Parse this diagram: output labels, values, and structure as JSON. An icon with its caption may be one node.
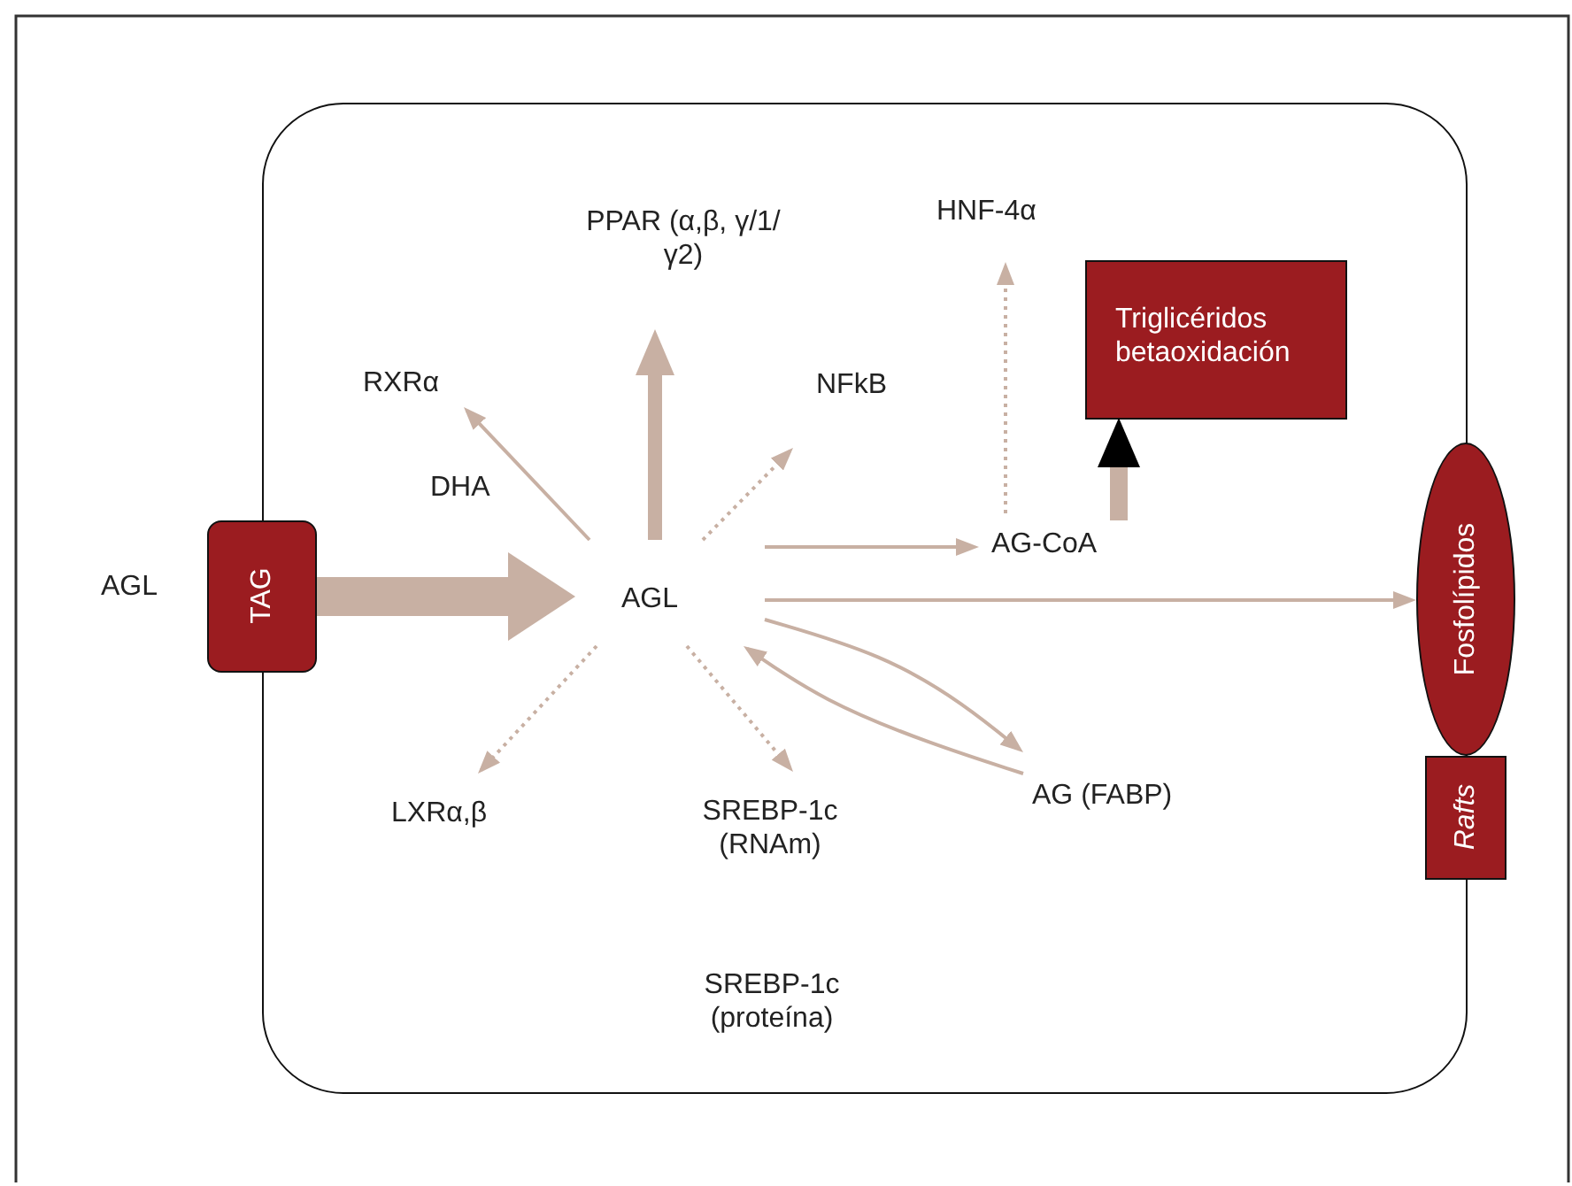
{
  "diagram": {
    "nodes": [
      {
        "text": [],
        "shape": "box"
      },
      {
        "text": [
          "AGL"
        ]
      },
      {
        "text": [
          "TAG"
        ]
      },
      {
        "text": [
          "AGL"
        ],
        "in": 0
      },
      {
        "text": [
          "PPAR (α,β, γ/1/γ2)"
        ],
        "in": 0
      },
      {
        "text": [
          "RXRα"
        ],
        "in": 0
      },
      {
        "text": [
          "NFkB"
        ],
        "in": 0
      },
      {
        "text": [
          "HNF-4α"
        ],
        "in": 0
      },
      {
        "text": [
          "Triglicéridos betaoxidación"
        ],
        "in": 0
      },
      {
        "text": [
          "AG-CoA"
        ],
        "in": 0
      },
      {
        "text": [
          "Fosfolípidos"
        ]
      },
      {
        "text": [
          "Rafts"
        ]
      },
      {
        "text": [
          "LXRα,β"
        ],
        "in": 0
      },
      {
        "text": [
          "SREBP-1c (RNAm)"
        ],
        "in": 0
      },
      {
        "text": [
          "AG (FABP)"
        ],
        "in": 0
      },
      {
        "text": [
          "SREBP-1c (proteína)"
        ],
        "in": 0
      }
    ],
    "edges": [
      {
        "from": 2,
        "to": 3,
        "arrow": "to",
        "style": "thick"
      },
      {
        "from": 3,
        "to": 4,
        "arrow": "to",
        "style": "thick"
      },
      {
        "from": 3,
        "to": 5,
        "arrow": "to",
        "label": "DHA"
      },
      {
        "from": 3,
        "to": 6,
        "arrow": "to",
        "style": "dashed"
      },
      {
        "from": 3,
        "to": 9,
        "arrow": "to"
      },
      {
        "from": 9,
        "to": 7,
        "arrow": "to",
        "style": "dashed"
      },
      {
        "from": 9,
        "to": 8,
        "arrow": "to",
        "style": "thick"
      },
      {
        "from": 3,
        "to": 10,
        "arrow": "to"
      },
      {
        "from": 3,
        "to": 12,
        "arrow": "to",
        "style": "dashed"
      },
      {
        "from": 3,
        "to": 13,
        "arrow": "to",
        "style": "dashed"
      },
      {
        "from": 3,
        "to": 14,
        "arrow": "to"
      },
      {
        "from": 14,
        "to": 3,
        "arrow": "to"
      }
    ]
  }
}
